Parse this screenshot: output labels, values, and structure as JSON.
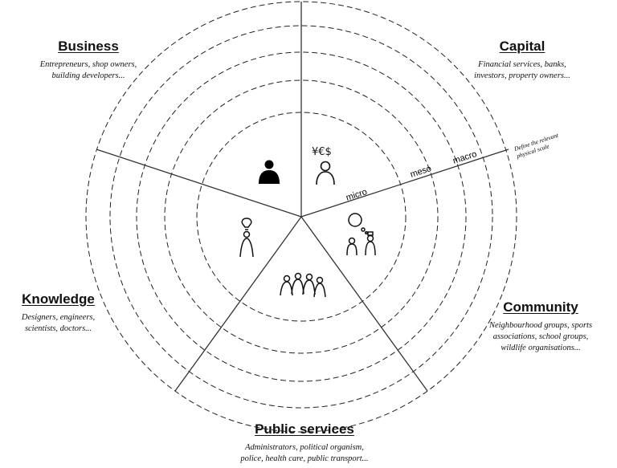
{
  "sectors": {
    "business": {
      "title": "Business",
      "desc": "Entrepreneurs, shop owners,\nbuilding developers..."
    },
    "capital": {
      "title": "Capital",
      "desc": "Financial services, banks,\ninvestors, property owners..."
    },
    "knowledge": {
      "title": "Knowledge",
      "desc": "Designers, engineers,\nscientists, doctors..."
    },
    "community": {
      "title": "Community",
      "desc": "Neighbourhood groups, sports\nassociations, school groups,\nwildlife organisations..."
    },
    "public_services": {
      "title": "Public services",
      "desc": "Administrators, political organism,\npolice, health care, public transport..."
    }
  },
  "scale": {
    "levels": [
      "micro",
      "meso",
      "macro"
    ],
    "note_line1": "Define the relevant",
    "note_line2": "physical scale"
  },
  "capital_symbols": "¥€$",
  "icons": {
    "business": "businessman-silhouette-icon",
    "capital": "investor-with-currency-icon",
    "community": "people-talking-icon",
    "knowledge": "person-with-lightbulb-icon",
    "public_services": "group-of-people-icon"
  }
}
